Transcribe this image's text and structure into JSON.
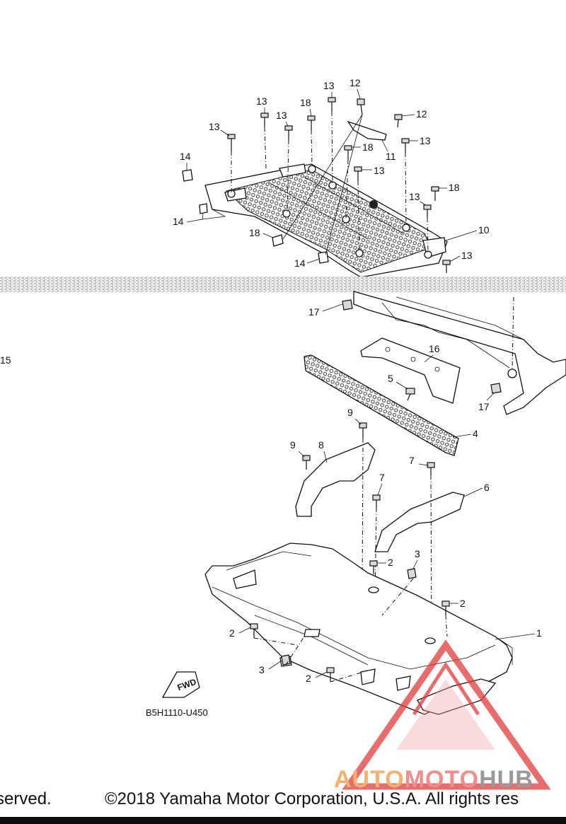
{
  "diagram": {
    "callouts": {
      "c1": "1",
      "c2a": "2",
      "c2b": "2",
      "c2c": "2",
      "c2d": "2",
      "c3a": "3",
      "c3b": "3",
      "c4": "4",
      "c5": "5",
      "c6": "6",
      "c7a": "7",
      "c7b": "7",
      "c8": "8",
      "c9a": "9",
      "c9b": "9",
      "c10": "10",
      "c11": "11",
      "c12a": "12",
      "c12b": "12",
      "c13a": "13",
      "c13b": "13",
      "c13c": "13",
      "c13d": "13",
      "c13e": "13",
      "c13f": "13",
      "c13g": "13",
      "c13h": "13",
      "c14a": "14",
      "c14b": "14",
      "c14c": "14",
      "c15": "15",
      "c16": "16",
      "c17a": "17",
      "c17b": "17",
      "c18a": "18",
      "c18b": "18",
      "c18c": "18",
      "c18d": "18"
    },
    "fwd_label": "FWD",
    "drawing_code": "B5H1110-U450"
  },
  "footer": {
    "left_text": "served.",
    "right_text": "©2018 Yamaha Motor Corporation, U.S.A. All rights res"
  },
  "watermark": {
    "part1": "AUTO",
    "part2": "MOTO",
    "part3": "HUB"
  },
  "colors": {
    "watermark_triangle": "#e23b3b",
    "watermark_auto": "#f5b26e",
    "watermark_moto": "#f08e8e",
    "watermark_hub": "#9a9a9a"
  }
}
